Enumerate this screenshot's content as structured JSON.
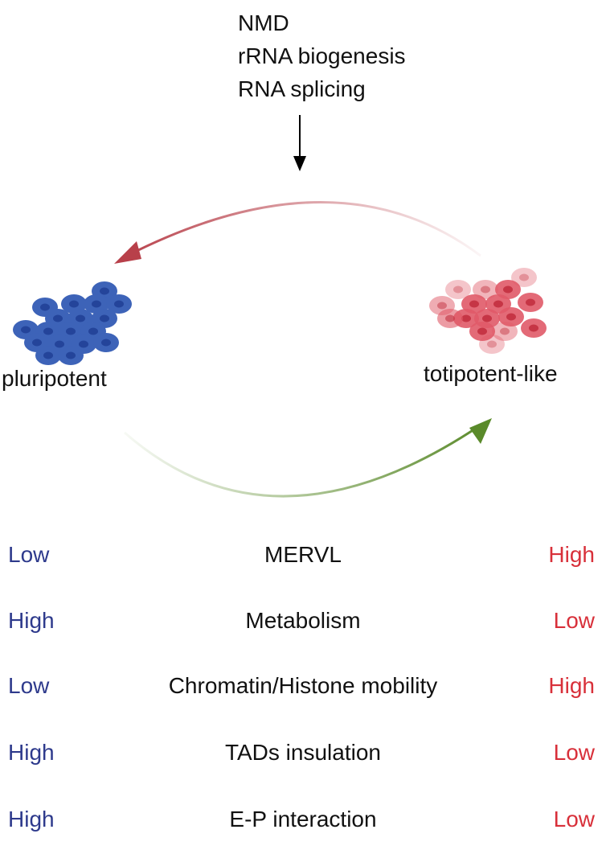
{
  "regulators": [
    "NMD",
    "rRNA biogenesis",
    "RNA splicing"
  ],
  "states": {
    "left": {
      "label": "pluripotent",
      "color": "#3d63b8"
    },
    "right": {
      "label": "totipotent-like",
      "color": "#e05a68"
    }
  },
  "arrow_colors": {
    "top": "#b8404a",
    "bottom": "#5a8a2a"
  },
  "comparison_rows": [
    {
      "feature": "MERVL",
      "pluripotent": "Low",
      "totipotent": "High"
    },
    {
      "feature": "Metabolism",
      "pluripotent": "High",
      "totipotent": "Low"
    },
    {
      "feature": "Chromatin/Histone mobility",
      "pluripotent": "Low",
      "totipotent": "High"
    },
    {
      "feature": "TADs insulation",
      "pluripotent": "High",
      "totipotent": "Low"
    },
    {
      "feature": "E-P interaction",
      "pluripotent": "High",
      "totipotent": "Low"
    }
  ],
  "level_colors": {
    "pluripotent": "#2e3a8c",
    "totipotent": "#d8303a"
  }
}
